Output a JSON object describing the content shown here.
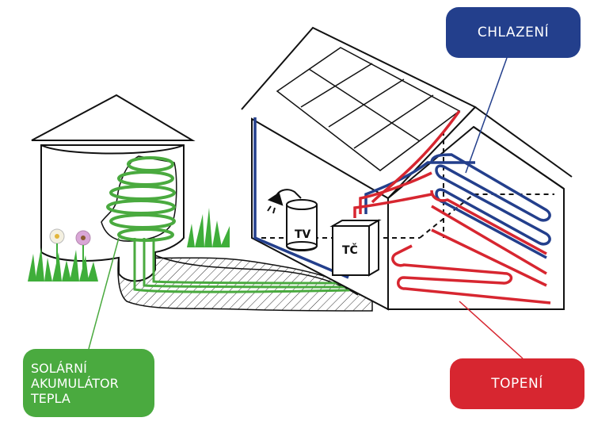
{
  "labels": {
    "cooling": "CHLAZENÍ",
    "heating": "TOPENÍ",
    "solar_line1": "SOLÁRNÍ",
    "solar_line2": "AKUMULÁTOR",
    "solar_line3": "TEPLA",
    "hot_water_tank": "TV",
    "heat_pump": "TČ"
  },
  "colors": {
    "cooling": "#233f8c",
    "heating": "#d72630",
    "solar": "#4aaa3f",
    "outline": "#111111"
  },
  "icons": [
    "shower-icon",
    "grass-icon",
    "flower-icon"
  ]
}
